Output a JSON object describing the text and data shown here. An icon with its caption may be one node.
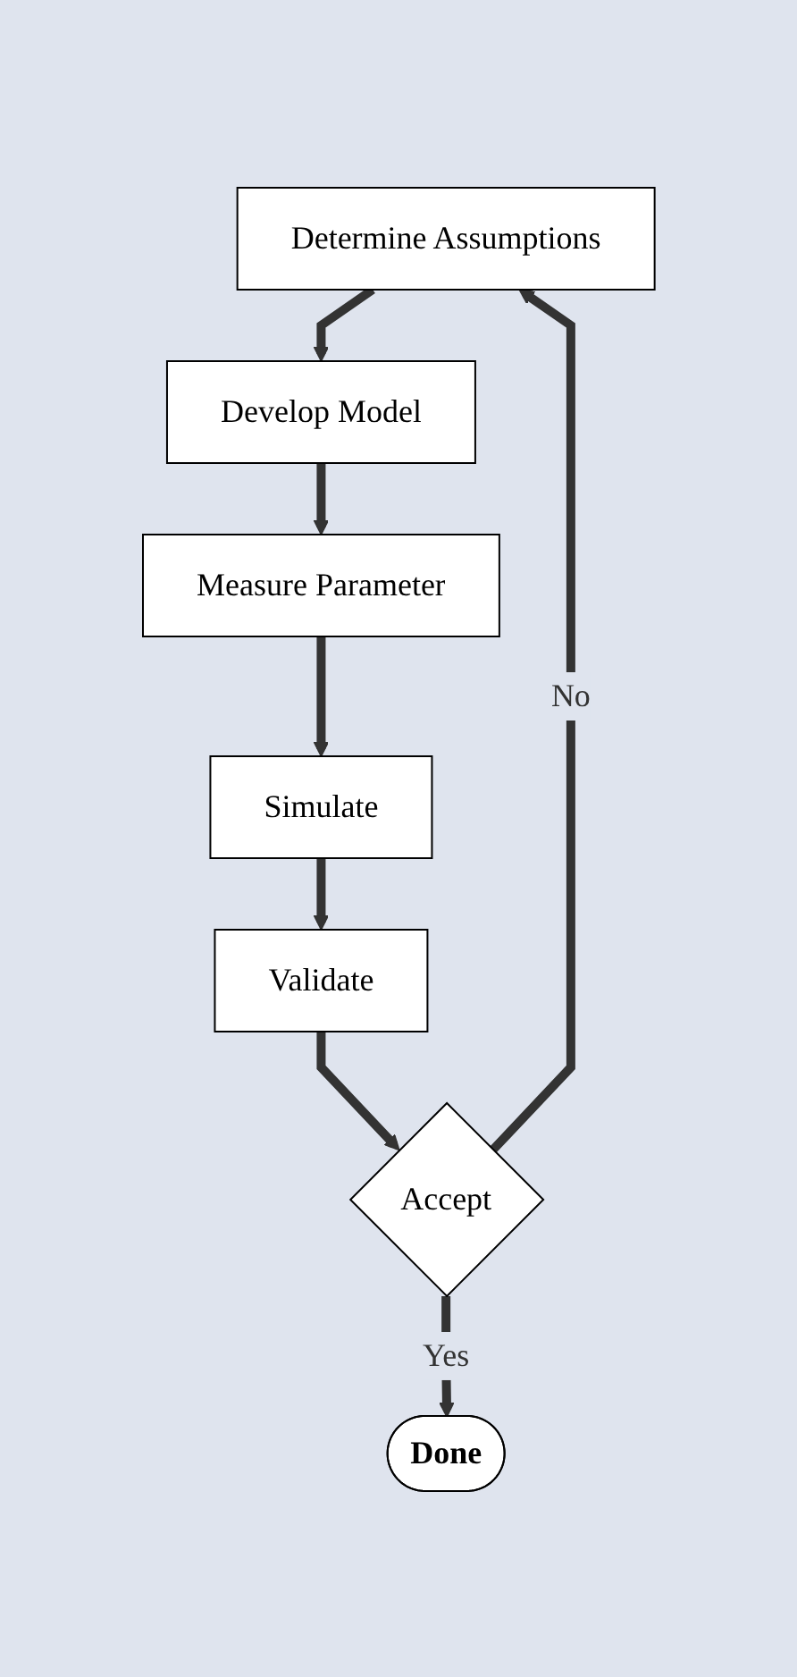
{
  "diagram": {
    "nodes": [
      {
        "text": [
          "Determine Assumptions"
        ]
      },
      {
        "text": [
          "Develop Model"
        ]
      },
      {
        "text": [
          "Measure Parameter"
        ]
      },
      {
        "text": [
          "Simulate"
        ]
      },
      {
        "text": [
          "Validate"
        ]
      },
      {
        "text": [
          "Accept"
        ]
      },
      {
        "text": [
          "Done"
        ]
      }
    ],
    "edges": [
      {
        "from": 0,
        "to": 1,
        "arrow": "to"
      },
      {
        "from": 1,
        "to": 2,
        "arrow": "to"
      },
      {
        "from": 2,
        "to": 3,
        "arrow": "to"
      },
      {
        "from": 3,
        "to": 4,
        "arrow": "to"
      },
      {
        "from": 4,
        "to": 5,
        "arrow": "to"
      },
      {
        "from": 5,
        "to": 6,
        "arrow": "to",
        "label": "Yes"
      },
      {
        "from": 5,
        "to": 0,
        "arrow": "to",
        "label": "No"
      }
    ]
  }
}
